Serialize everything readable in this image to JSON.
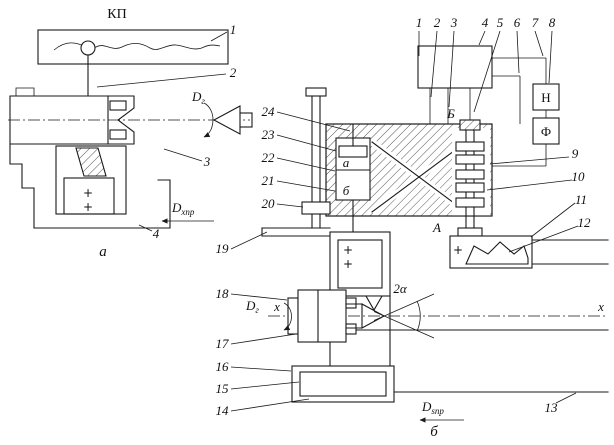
{
  "panel_a": {
    "caption": "а",
    "gearbox_title": "КП",
    "callouts": {
      "c1": "1",
      "c2": "2",
      "c3": "3",
      "c4": "4"
    },
    "rotation_main": "D",
    "rotation_sub": "г",
    "feed_main": "D",
    "feed_sub": "хпр",
    "plus_marks": [
      "+",
      "+"
    ]
  },
  "panel_b": {
    "caption": "б",
    "callouts": {
      "c1": "1",
      "c2": "2",
      "c3": "3",
      "c4": "4",
      "c5": "5",
      "c6": "6",
      "c7": "7",
      "c8": "8",
      "c9": "9",
      "c10": "10",
      "c11": "11",
      "c12": "12",
      "c13": "13",
      "c14": "14",
      "c15": "15",
      "c16": "16",
      "c17": "17",
      "c18": "18",
      "c19": "19",
      "c20": "20",
      "c21": "21",
      "c22": "22",
      "c23": "23",
      "c24": "24"
    },
    "letter_H": "Н",
    "letter_F": "Ф",
    "letter_B": "Б",
    "letter_A": "А",
    "chamber_a": "а",
    "chamber_b": "б",
    "angle_label": "2α",
    "axis_x_left": "x",
    "axis_x_right": "x",
    "rotation_main": "D",
    "rotation_sub": "г",
    "feed_main": "D",
    "feed_sub": "sпр",
    "plus_marks": [
      "+",
      "+",
      "+"
    ]
  }
}
